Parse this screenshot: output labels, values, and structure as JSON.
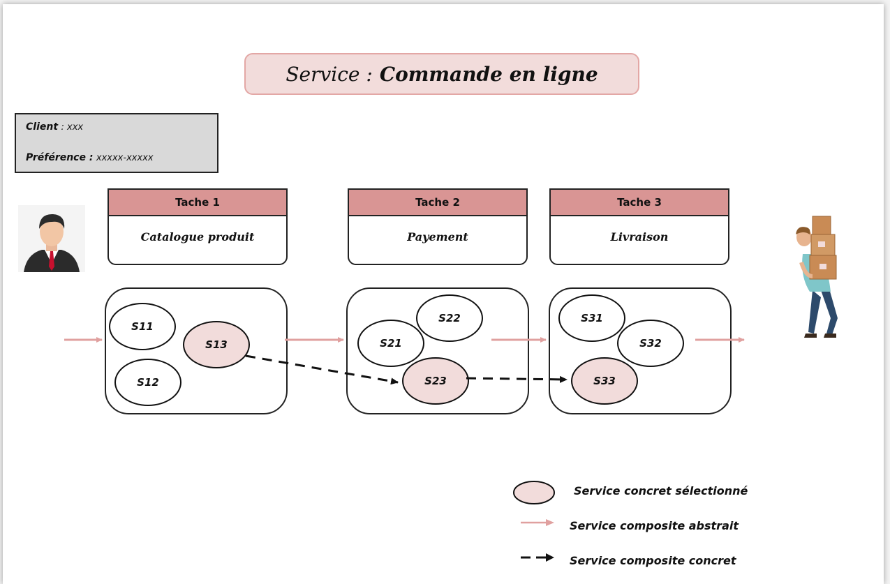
{
  "title": {
    "prefix": "Service :",
    "name": "Commande en ligne"
  },
  "client": {
    "client_label": "Client",
    "client_value": ": xxx",
    "pref_label": "Préférence :",
    "pref_value": "xxxxx-xxxxx"
  },
  "tasks": [
    {
      "header": "Tache 1",
      "name": "Catalogue produit",
      "services": [
        "S11",
        "S12",
        "S13"
      ],
      "selected": "S13"
    },
    {
      "header": "Tache 2",
      "name": "Payement",
      "services": [
        "S21",
        "S22",
        "S23"
      ],
      "selected": "S23"
    },
    {
      "header": "Tache 3",
      "name": "Livraison",
      "services": [
        "S31",
        "S32",
        "S33"
      ],
      "selected": "S33"
    }
  ],
  "legend": {
    "selected": "Service concret sélectionné",
    "abstract": "Service composite abstrait",
    "concrete": "Service composite concret"
  },
  "colors": {
    "selected_fill": "#f2dcdb",
    "task_header": "#d99594",
    "abstract_arrow": "#e0a09f",
    "concrete_arrow": "#111111"
  },
  "icons": {
    "client": "businessman-icon",
    "delivery": "delivery-person-icon"
  }
}
